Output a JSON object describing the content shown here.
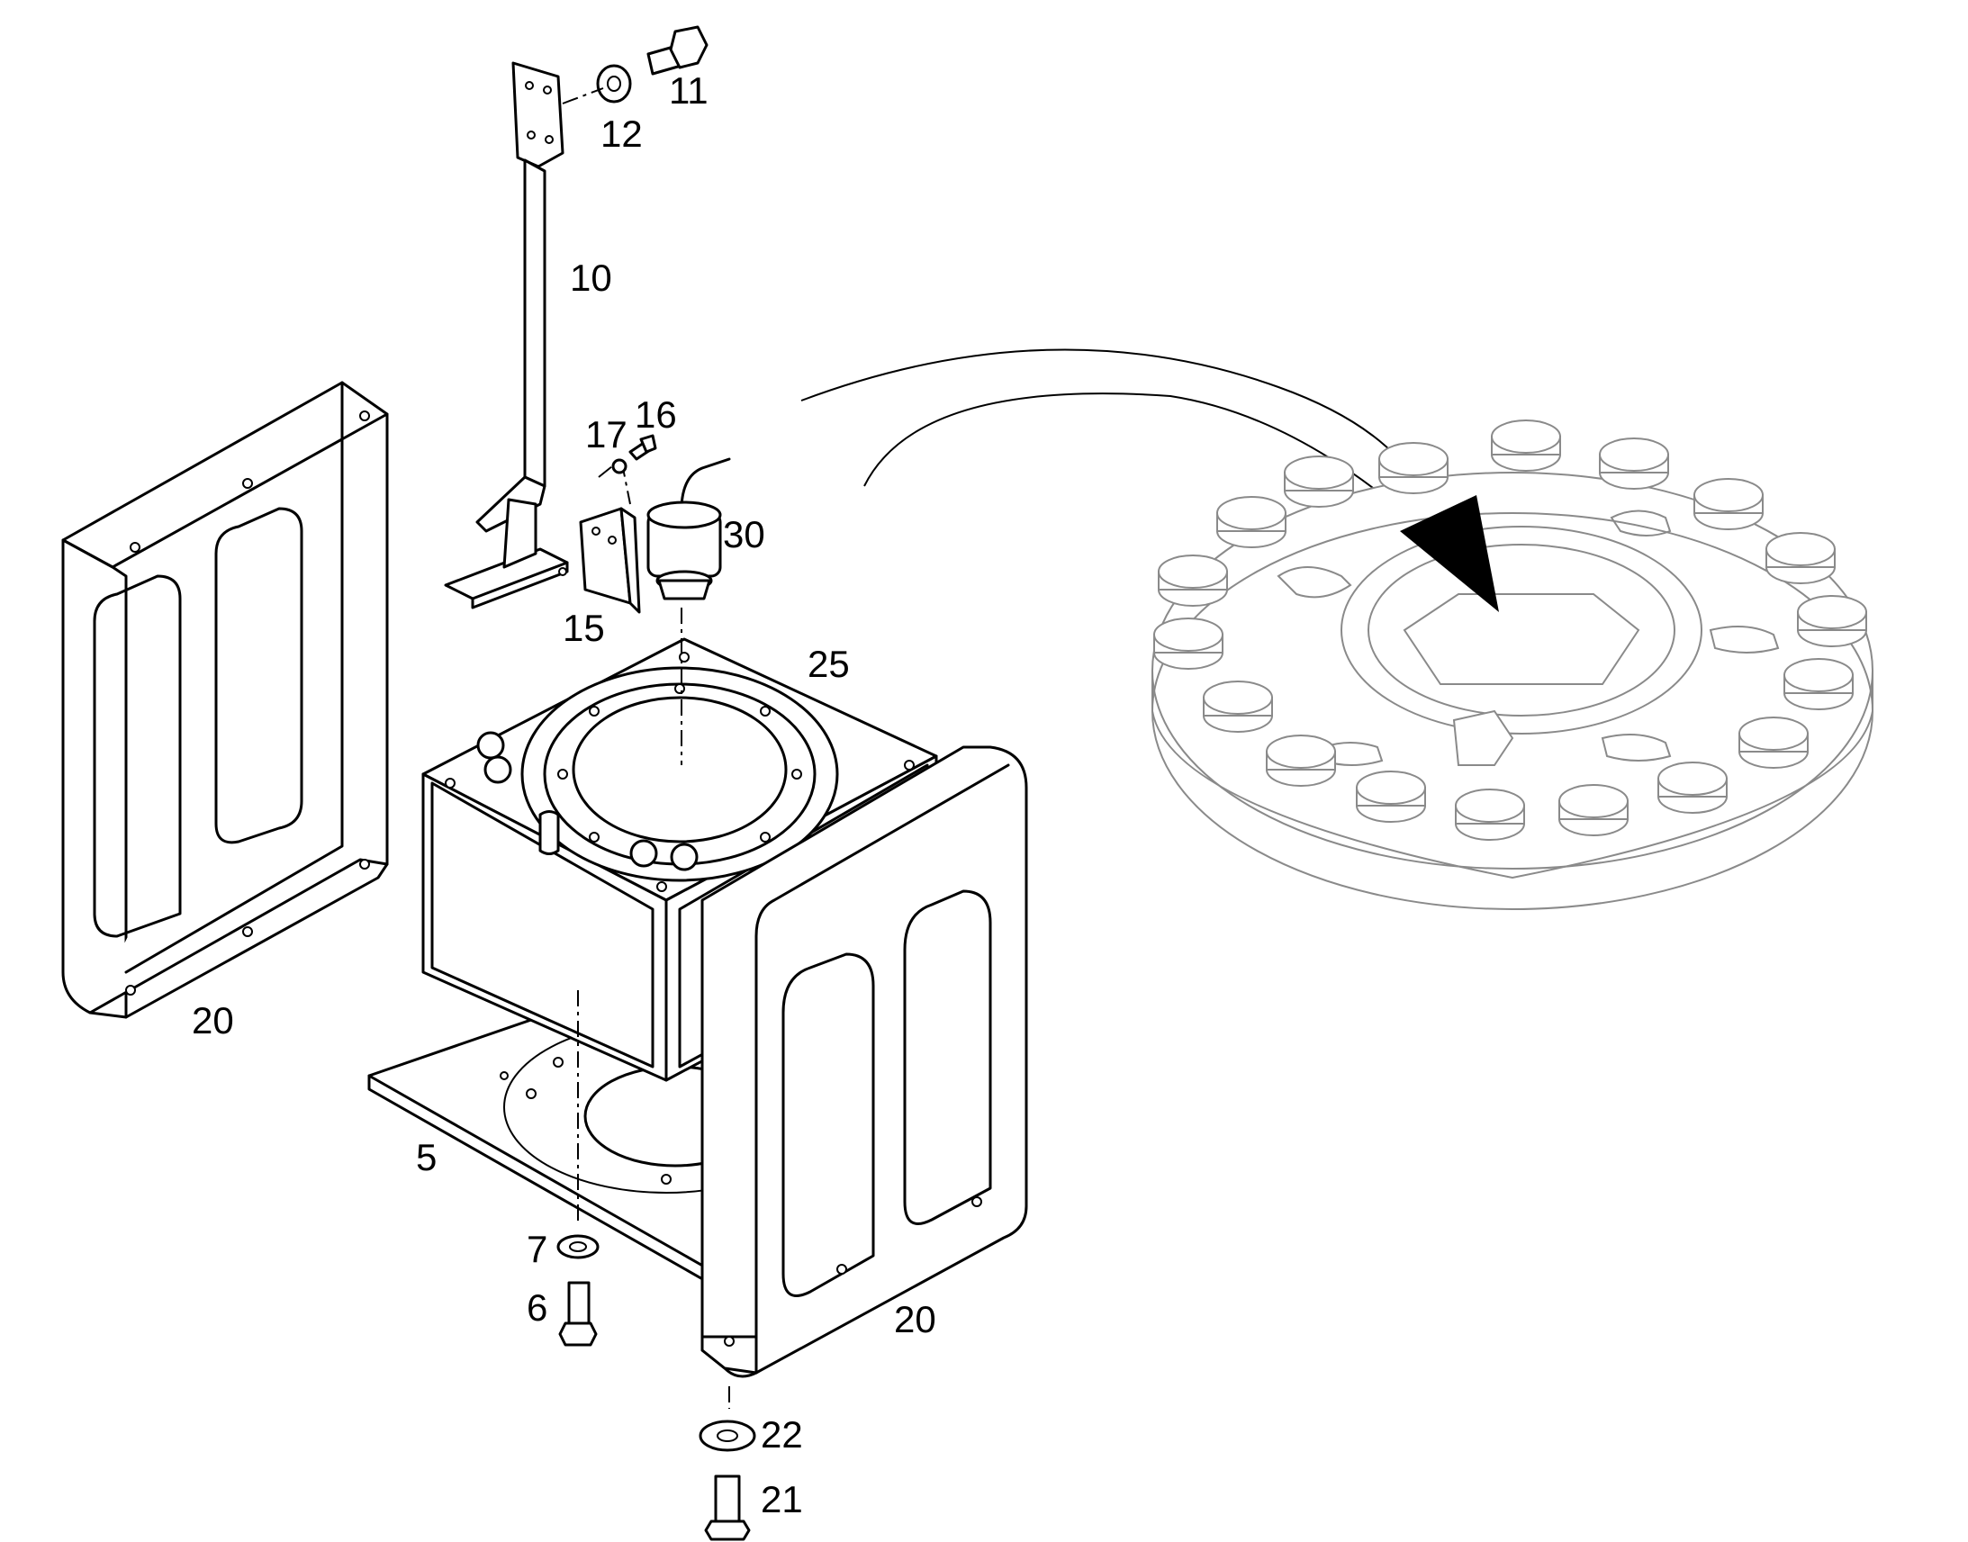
{
  "callouts": {
    "c11": "11",
    "c12": "12",
    "c10": "10",
    "c16": "16",
    "c17": "17",
    "c30": "30",
    "c15": "15",
    "c25": "25",
    "c20_left": "20",
    "c5": "5",
    "c7": "7",
    "c6": "6",
    "c20_right": "20",
    "c22": "22",
    "c21": "21"
  },
  "colors": {
    "line": "#000000",
    "detail_line": "#8a8a8a",
    "background": "#ffffff"
  }
}
